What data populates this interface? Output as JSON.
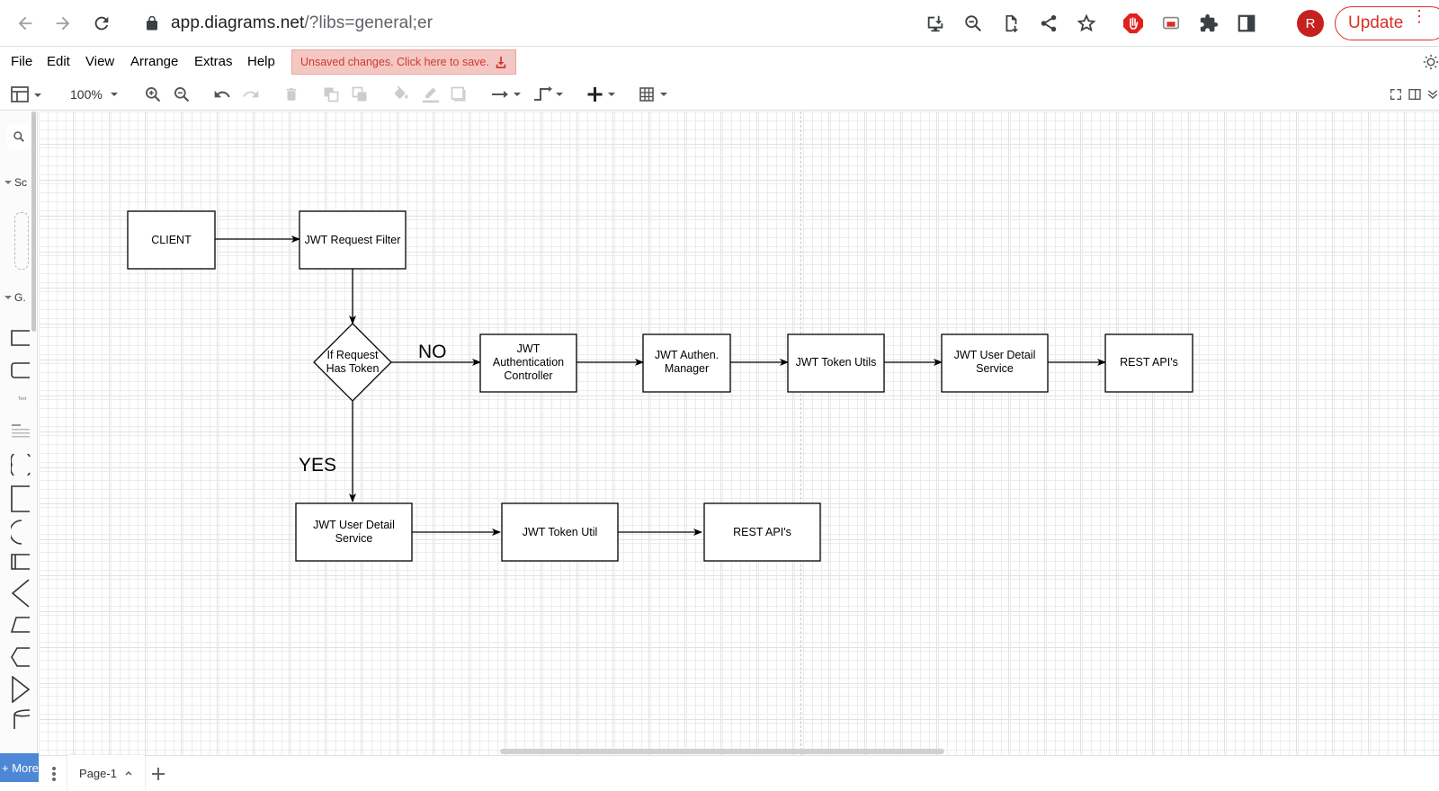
{
  "browser": {
    "url_host": "app.diagrams.net",
    "url_path": "/?libs=general;er",
    "avatar_letter": "R",
    "update_label": "Update"
  },
  "menu": {
    "items": [
      "File",
      "Edit",
      "View",
      "Arrange",
      "Extras",
      "Help"
    ],
    "unsaved_notice": "Unsaved changes. Click here to save."
  },
  "toolbar": {
    "zoom": "100%"
  },
  "sidebar": {
    "scratchpad_label": "Sc",
    "general_label": "G.",
    "more_label": "More"
  },
  "pages": {
    "current": "Page-1"
  },
  "diagram": {
    "nodes": {
      "client": "CLIENT",
      "request_filter": "JWT Request Filter",
      "decision_1": "If Request",
      "decision_2": "Has Token",
      "auth_controller_1": "JWT",
      "auth_controller_2": "Authentication",
      "auth_controller_3": "Controller",
      "auth_manager_1": "JWT Authen.",
      "auth_manager_2": "Manager",
      "token_utils": "JWT Token Utils",
      "user_detail_top_1": "JWT User Detail",
      "user_detail_top_2": "Service",
      "rest_top": "REST API's",
      "user_detail_bottom_1": "JWT User Detail",
      "user_detail_bottom_2": "Service",
      "token_util_bottom": "JWT Token Util",
      "rest_bottom": "REST API's"
    },
    "edge_labels": {
      "no": "NO",
      "yes": "YES"
    }
  },
  "colors": {
    "unsaved_bg": "#f4c7c3",
    "unsaved_text": "#cc3b30",
    "update_red": "#d93025",
    "more_blue": "#4e87d6"
  }
}
